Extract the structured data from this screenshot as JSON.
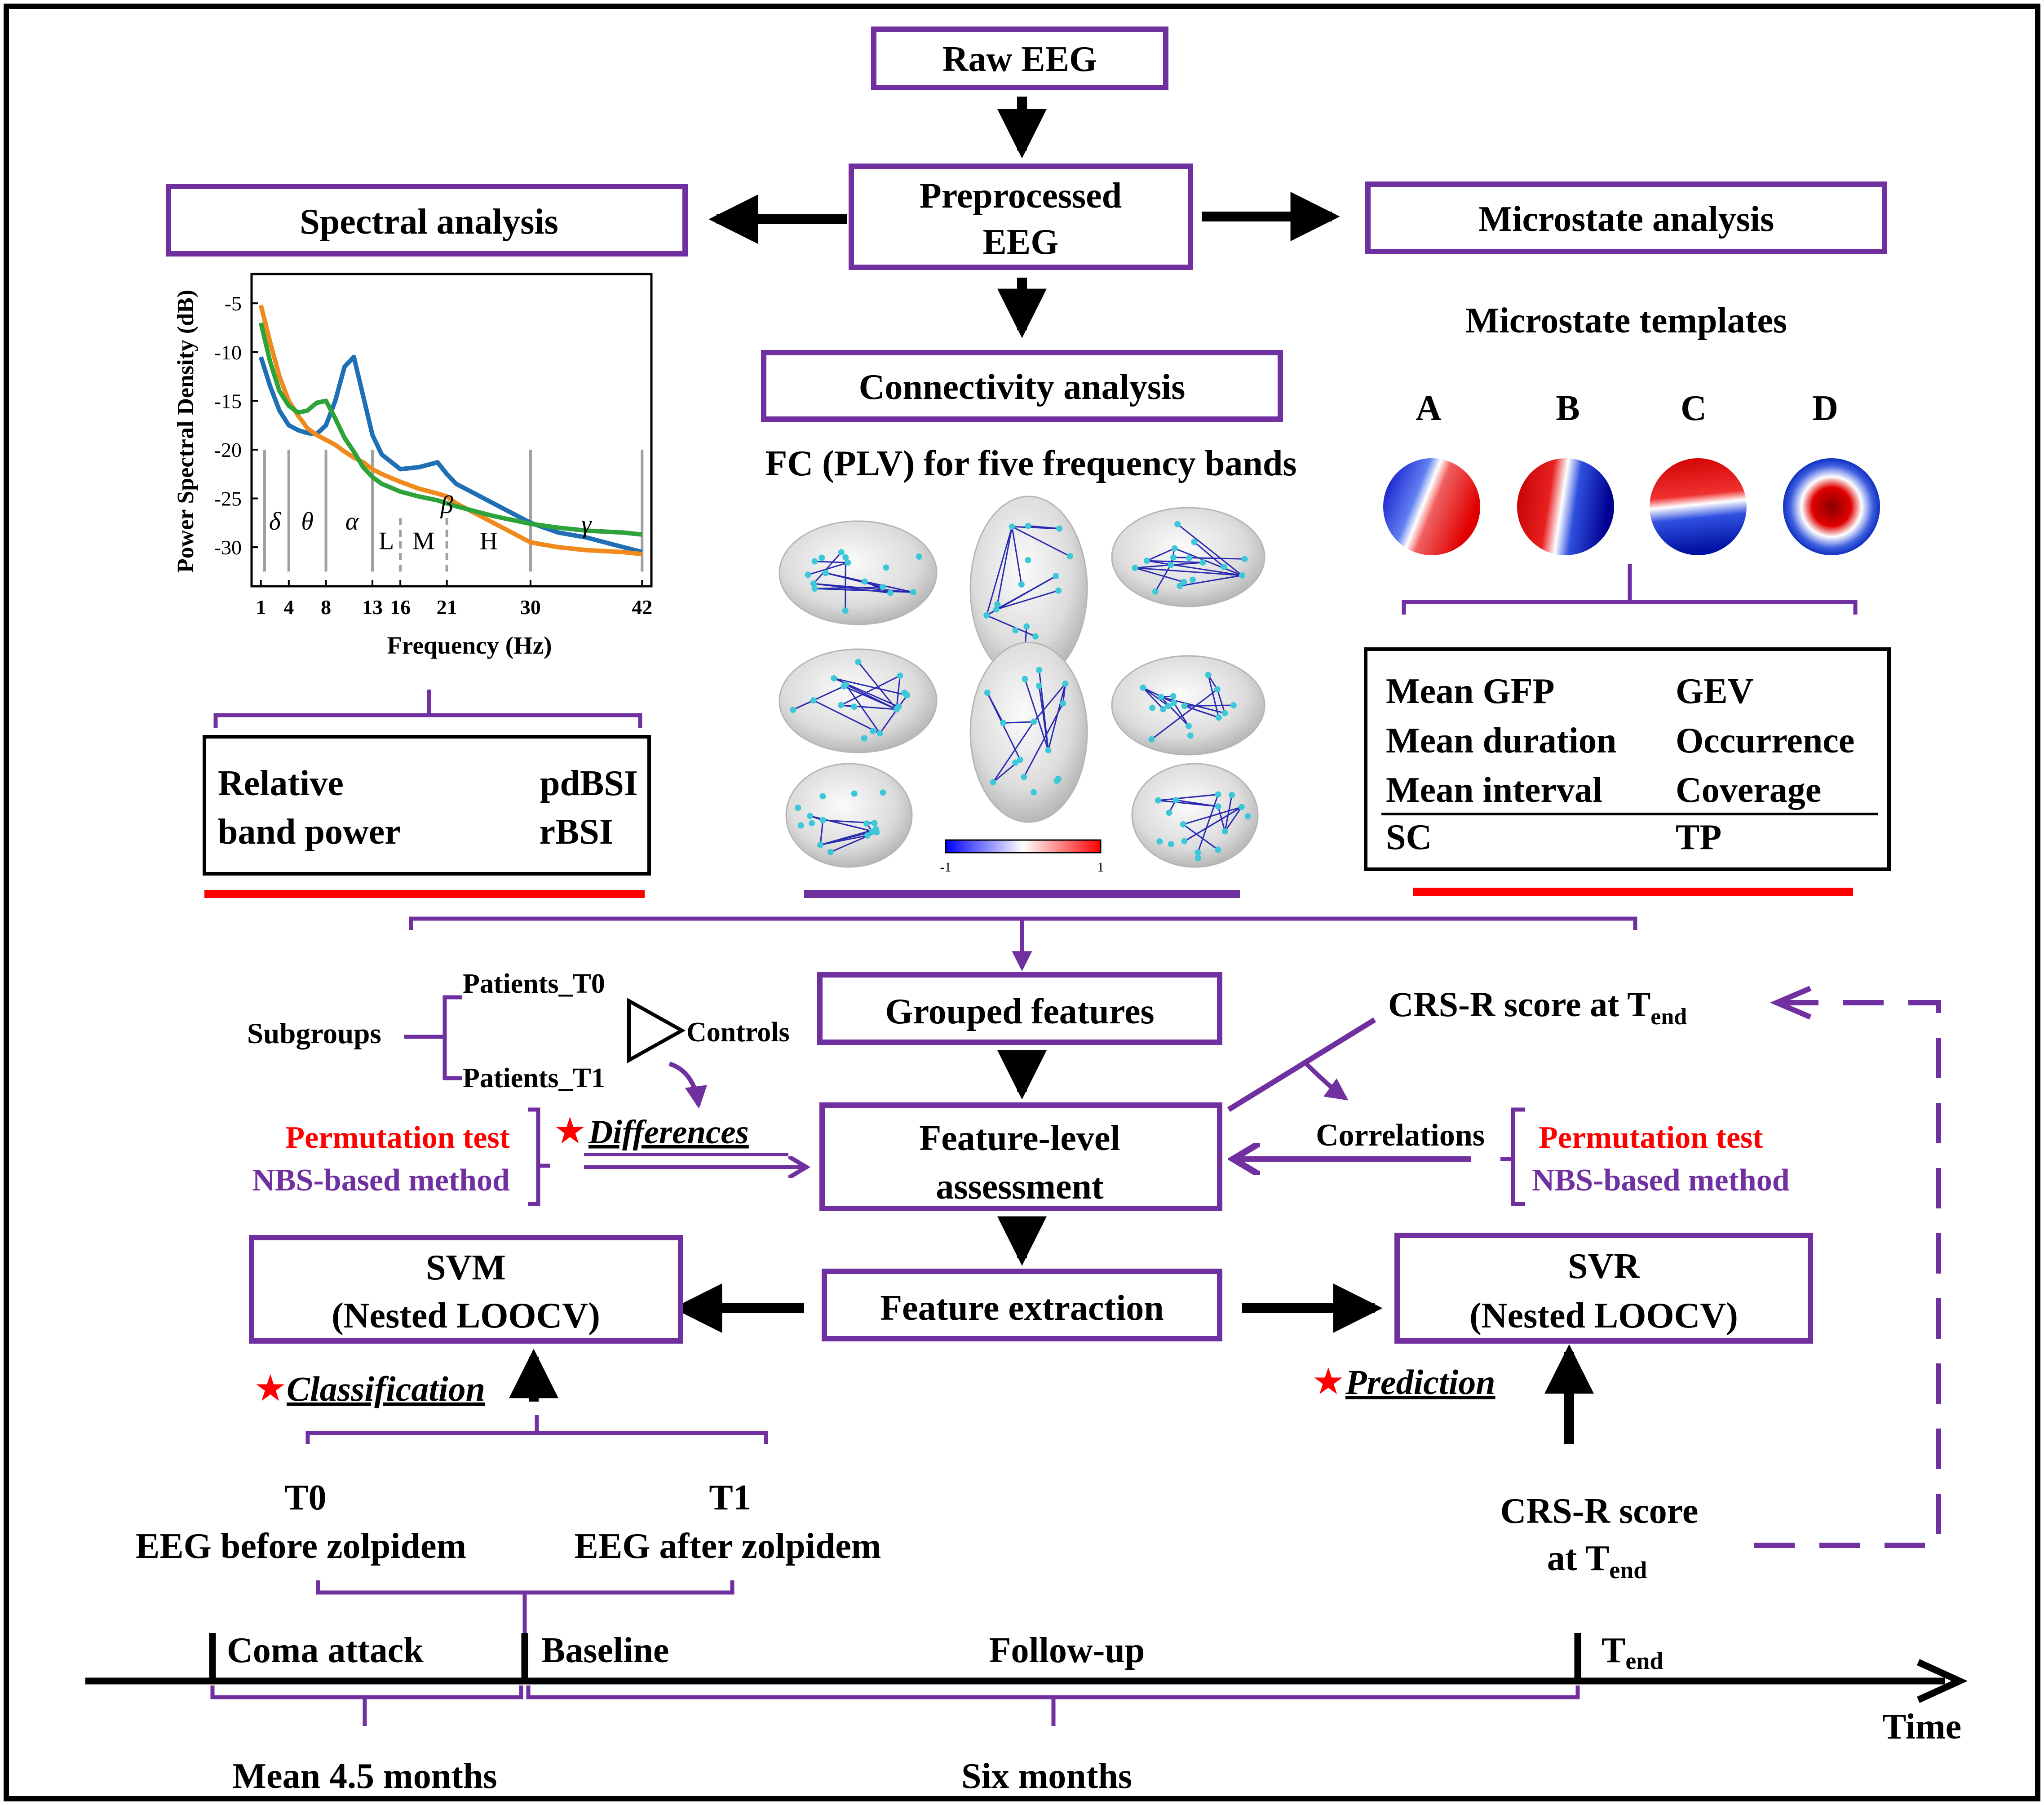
{
  "colors": {
    "purple": "#7030A0",
    "red": "#FF0000",
    "black": "#000000",
    "blue_series": "#1F6FB5",
    "orange_series": "#F08A1C",
    "green_series": "#2EA33A",
    "cyan_node": "#3CC8D8",
    "edge_blue": "#2B2BB0"
  },
  "boxes": {
    "raw_eeg": "Raw EEG",
    "preprocessed_l1": "Preprocessed",
    "preprocessed_l2": "EEG",
    "spectral": "Spectral analysis",
    "microstate": "Microstate analysis",
    "connectivity": "Connectivity analysis",
    "grouped": "Grouped features",
    "assess_l1": "Feature-level",
    "assess_l2": "assessment",
    "extraction": "Feature extraction",
    "svm_l1": "SVM",
    "svm_l2": "(Nested LOOCV)",
    "svr_l1": "SVR",
    "svr_l2": "(Nested LOOCV)"
  },
  "spectral_features": {
    "left_1": "Relative",
    "left_2": "band power",
    "right_1": "pdBSI",
    "right_2": "rBSI"
  },
  "microstate_templates": {
    "title": "Microstate templates",
    "labels": [
      "A",
      "B",
      "C",
      "D"
    ]
  },
  "microstate_features": {
    "left": [
      "Mean GFP",
      "Mean duration",
      "Mean interval"
    ],
    "right": [
      "GEV",
      "Occurrence",
      "Coverage"
    ],
    "bottom_left": "SC",
    "bottom_right": "TP"
  },
  "fc_title": "FC (PLV) for five frequency bands",
  "colorbar": {
    "min": "-1",
    "max": "1"
  },
  "subgroups": {
    "label": "Subgroups",
    "t0": "Patients_T0",
    "t1": "Patients_T1",
    "controls": "Controls"
  },
  "stats": {
    "perm_left": "Permutation test",
    "nbs_left": "NBS-based method",
    "perm_right": "Permutation test",
    "nbs_right": "NBS-based method",
    "differences": "Differences",
    "correlations": "Correlations",
    "star": "★"
  },
  "crsr_top": {
    "text": "CRS-R score at T",
    "sub": "end"
  },
  "crsr_bottom": {
    "line1": "CRS-R score",
    "line2": "at T",
    "sub": "end"
  },
  "classification": "Classification",
  "prediction": "Prediction",
  "eeg_times": {
    "t0": "T0",
    "t0_desc": "EEG before zolpidem",
    "t1": "T1",
    "t1_desc": "EEG after zolpidem"
  },
  "timeline": {
    "coma": "Coma attack",
    "baseline": "Baseline",
    "followup": "Follow-up",
    "tend": "T",
    "tend_sub": "end",
    "time": "Time",
    "mean_months": "Mean 4.5 months",
    "six_months": "Six months"
  },
  "chart_data": {
    "type": "line",
    "title": "",
    "xlabel": "Frequency (Hz)",
    "ylabel": "Power Spectral Density (dB)",
    "xlim": [
      0,
      43
    ],
    "ylim": [
      -34,
      -2
    ],
    "xticks": [
      1,
      4,
      8,
      13,
      16,
      21,
      30,
      42
    ],
    "yticks": [
      -5,
      -10,
      -15,
      -20,
      -25,
      -30
    ],
    "band_lines_solid": [
      4,
      8,
      13,
      30,
      42
    ],
    "band_lines_dashed": [
      16,
      21
    ],
    "band_labels": [
      {
        "text": "δ",
        "x": 2.5,
        "y": -28.2,
        "italic": true
      },
      {
        "text": "θ",
        "x": 6,
        "y": -28.2,
        "italic": true
      },
      {
        "text": "α",
        "x": 10.8,
        "y": -28.2,
        "italic": true
      },
      {
        "text": "β",
        "x": 21,
        "y": -26.5,
        "italic": true
      },
      {
        "text": "γ",
        "x": 36,
        "y": -28.5,
        "italic": true
      },
      {
        "text": "L",
        "x": 14.5,
        "y": -30.2,
        "italic": false
      },
      {
        "text": "M",
        "x": 18.5,
        "y": -30.2,
        "italic": false
      },
      {
        "text": "H",
        "x": 25.5,
        "y": -30.2,
        "italic": false
      }
    ],
    "series": [
      {
        "color": "#1F6FB5",
        "x": [
          1,
          2,
          3,
          4,
          5,
          6,
          7,
          8,
          9,
          10,
          11,
          12,
          13,
          14,
          16,
          18,
          20,
          21,
          22,
          24,
          26,
          28,
          30,
          33,
          36,
          40,
          42
        ],
        "y": [
          -10.5,
          -13.5,
          -16,
          -17.5,
          -18,
          -18.3,
          -18.4,
          -17.5,
          -15,
          -11.5,
          -10.5,
          -14.5,
          -18.5,
          -20.5,
          -22,
          -21.8,
          -21.3,
          -22.5,
          -23.5,
          -24.5,
          -25.5,
          -26.5,
          -27.5,
          -28.5,
          -29,
          -30,
          -30.5
        ]
      },
      {
        "color": "#F08A1C",
        "x": [
          1,
          2,
          3,
          4,
          5,
          6,
          7,
          8,
          9,
          10,
          11,
          12,
          13,
          14,
          16,
          18,
          20,
          21,
          22,
          24,
          26,
          28,
          30,
          33,
          36,
          40,
          42
        ],
        "y": [
          -5.2,
          -9,
          -12.5,
          -15,
          -16.5,
          -17.8,
          -18.5,
          -19,
          -19.5,
          -20.2,
          -20.8,
          -21.3,
          -22,
          -22.5,
          -23.3,
          -24,
          -24.5,
          -24.8,
          -25.5,
          -26.5,
          -27.5,
          -28.5,
          -29.5,
          -30,
          -30.3,
          -30.5,
          -30.7
        ]
      },
      {
        "color": "#2EA33A",
        "x": [
          1,
          2,
          3,
          4,
          5,
          6,
          7,
          8,
          9,
          10,
          11,
          12,
          13,
          14,
          16,
          18,
          20,
          21,
          22,
          24,
          26,
          28,
          30,
          33,
          36,
          40,
          42
        ],
        "y": [
          -7,
          -11,
          -14,
          -15.5,
          -16.2,
          -16,
          -15.2,
          -15,
          -16.8,
          -18.8,
          -20.2,
          -21.8,
          -22.8,
          -23.5,
          -24.3,
          -24.8,
          -25.2,
          -25.5,
          -25.8,
          -26.3,
          -26.8,
          -27.2,
          -27.6,
          -28,
          -28.3,
          -28.5,
          -28.7
        ]
      }
    ]
  }
}
